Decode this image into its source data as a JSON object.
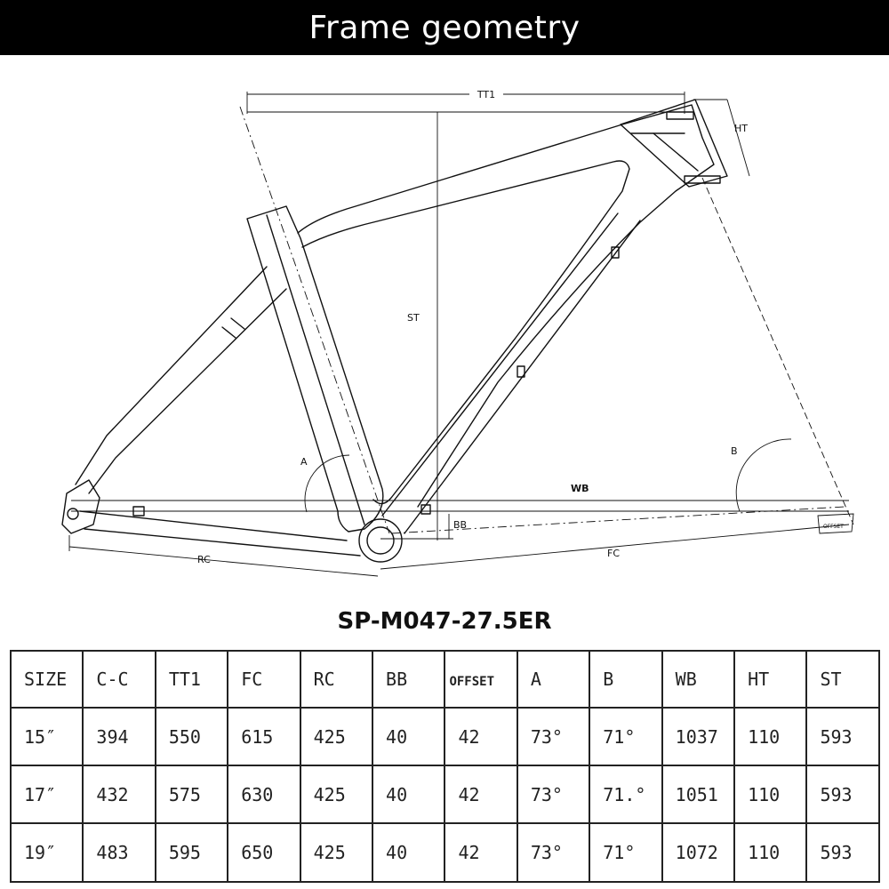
{
  "header": {
    "title": "Frame geometry"
  },
  "diagram": {
    "labels": {
      "tt1": "TT1",
      "ht": "HT",
      "st": "ST",
      "a": "A",
      "b": "B",
      "wb": "WB",
      "bb": "BB",
      "rc": "RC",
      "fc": "FC",
      "offset": "OFFSET"
    }
  },
  "model": "SP-M047-27.5ER",
  "table": {
    "headers": [
      "SIZE",
      "C-C",
      "TT1",
      "FC",
      "RC",
      "BB",
      "OFFSET",
      "A",
      "B",
      "WB",
      "HT",
      "ST"
    ],
    "rows": [
      [
        "15″",
        "394",
        "550",
        "615",
        "425",
        "40",
        "42",
        "73°",
        "71°",
        "1037",
        "110",
        "593"
      ],
      [
        "17″",
        "432",
        "575",
        "630",
        "425",
        "40",
        "42",
        "73°",
        "71.°",
        "1051",
        "110",
        "593"
      ],
      [
        "19″",
        "483",
        "595",
        "650",
        "425",
        "40",
        "42",
        "73°",
        "71°",
        "1072",
        "110",
        "593"
      ]
    ]
  }
}
